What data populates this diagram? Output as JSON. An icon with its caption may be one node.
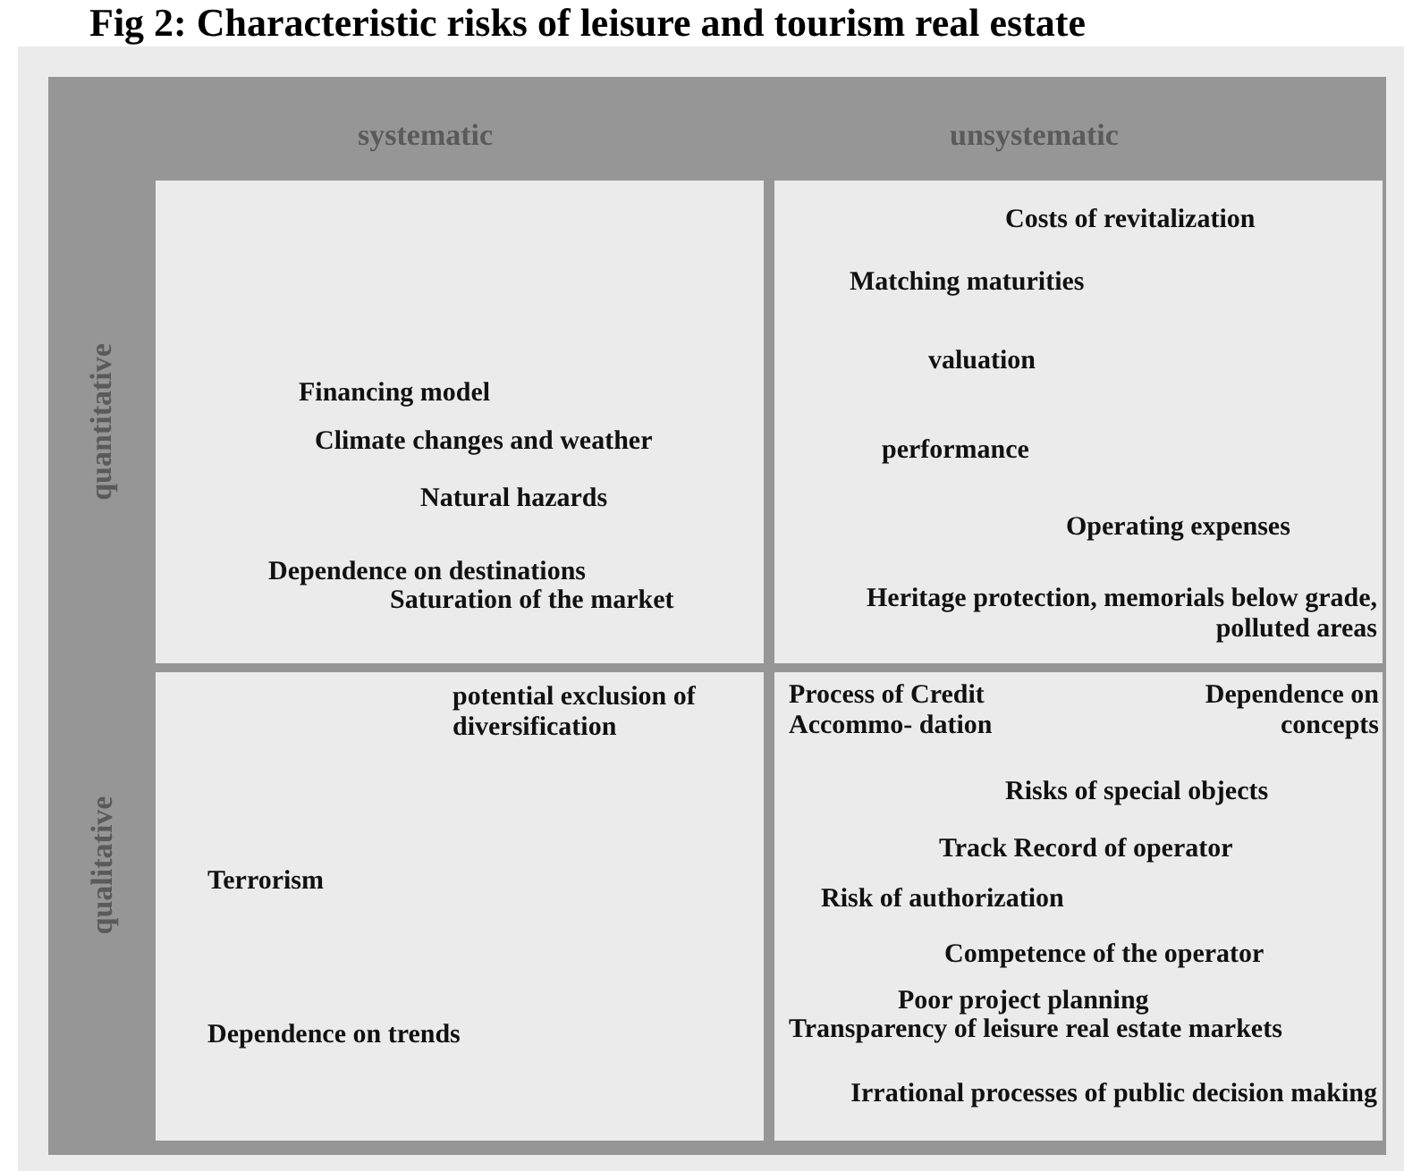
{
  "diagram": {
    "title": "Fig 2:   Characteristic risks of leisure and tourism real estate",
    "nodes": [
      {
        "text": [
          "Financing model",
          "Climate changes and weather",
          "Natural hazards",
          "Dependence on destinations",
          "Saturation of the market"
        ]
      },
      {
        "text": [
          "Costs of revitalization",
          "Matching maturities",
          "valuation",
          "performance",
          "Operating expenses",
          "Heritage protection, memorials below grade, polluted areas"
        ]
      },
      {
        "text": [
          "potential exclusion of diversification",
          "Terrorism",
          "Dependence on trends"
        ]
      },
      {
        "text": [
          "Process of Credit Accommo- dation",
          "Dependence on concepts",
          "Risks of special objects",
          "Track Record of operator",
          "Risk of authorization",
          "Competence of the operator",
          "Poor project planning",
          "Transparency of leisure real estate markets",
          "Irrational processes of public decision making"
        ]
      }
    ],
    "labels": [
      "systematic",
      "unsystematic",
      "quantitative",
      "qualitative"
    ]
  }
}
